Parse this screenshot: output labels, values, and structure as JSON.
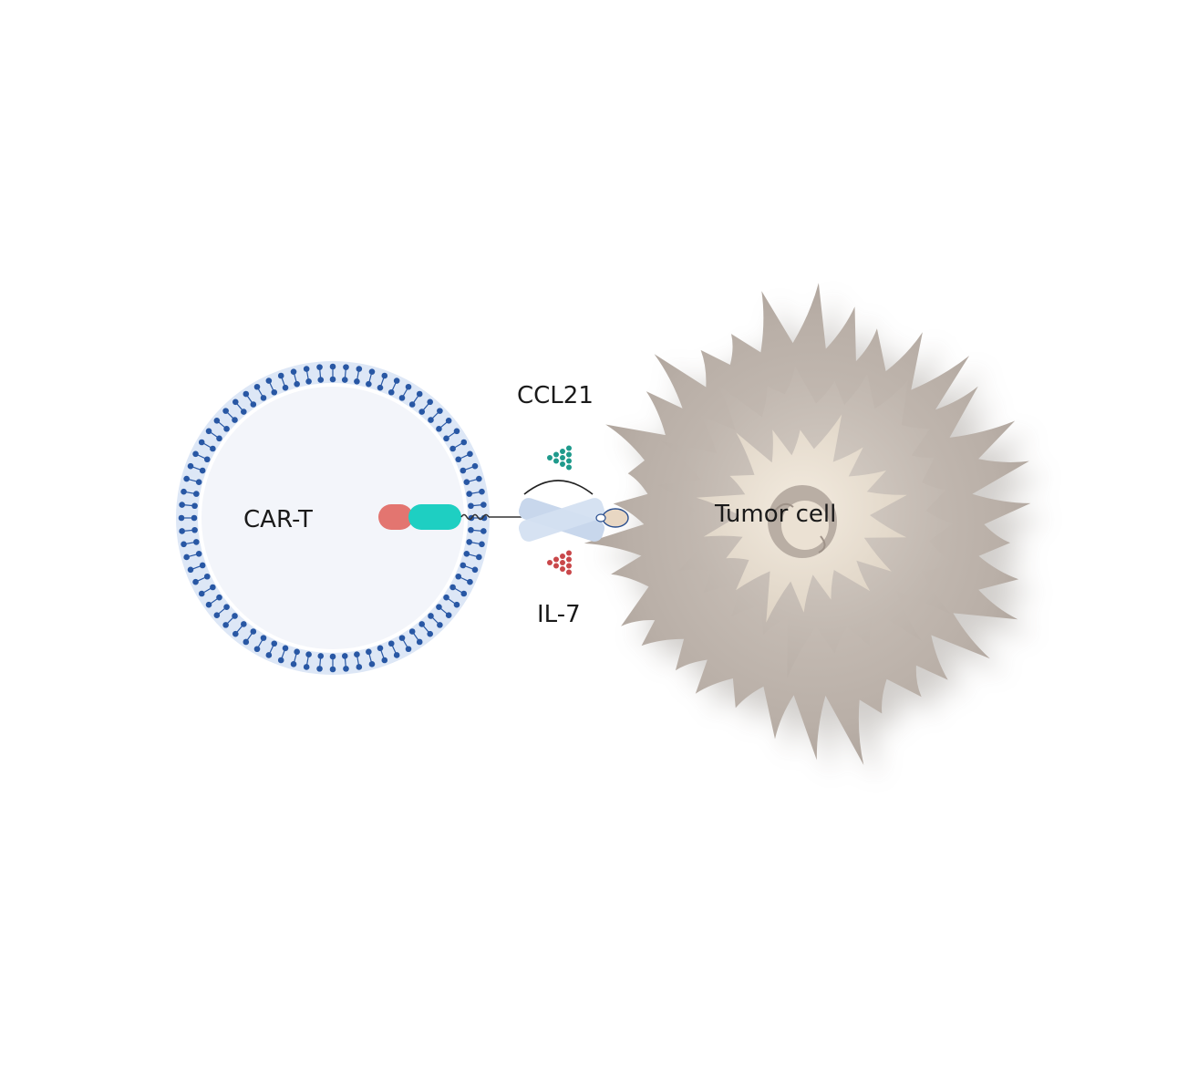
{
  "labels": {
    "car_t": "CAR-T",
    "tumor_cell": "Tumor cell",
    "ccl21": "CCL21",
    "il7": "IL-7"
  },
  "colors": {
    "membrane_dot": "#2857a4",
    "membrane_ring": "#dde7f6",
    "cell_interior": "#f3f5fa",
    "car_red": "#e37570",
    "car_teal": "#1ecfc2",
    "ccl21_dots": "#1f9a8c",
    "il7_dots": "#c9474a",
    "bispecific": "#c8d7ec",
    "tumor_outer": "#b7ada5",
    "tumor_mid": "#c9c0b8",
    "tumor_inner": "#ebe2d4",
    "antigen": "#e8d7c3"
  },
  "icons": {
    "car_t_cell": "lipid-bilayer-cell",
    "car_receptor": "car-receptor-icon",
    "bispecific_engager": "x-shaped-engager-icon",
    "tumor": "spiky-tumor-cell-icon"
  }
}
